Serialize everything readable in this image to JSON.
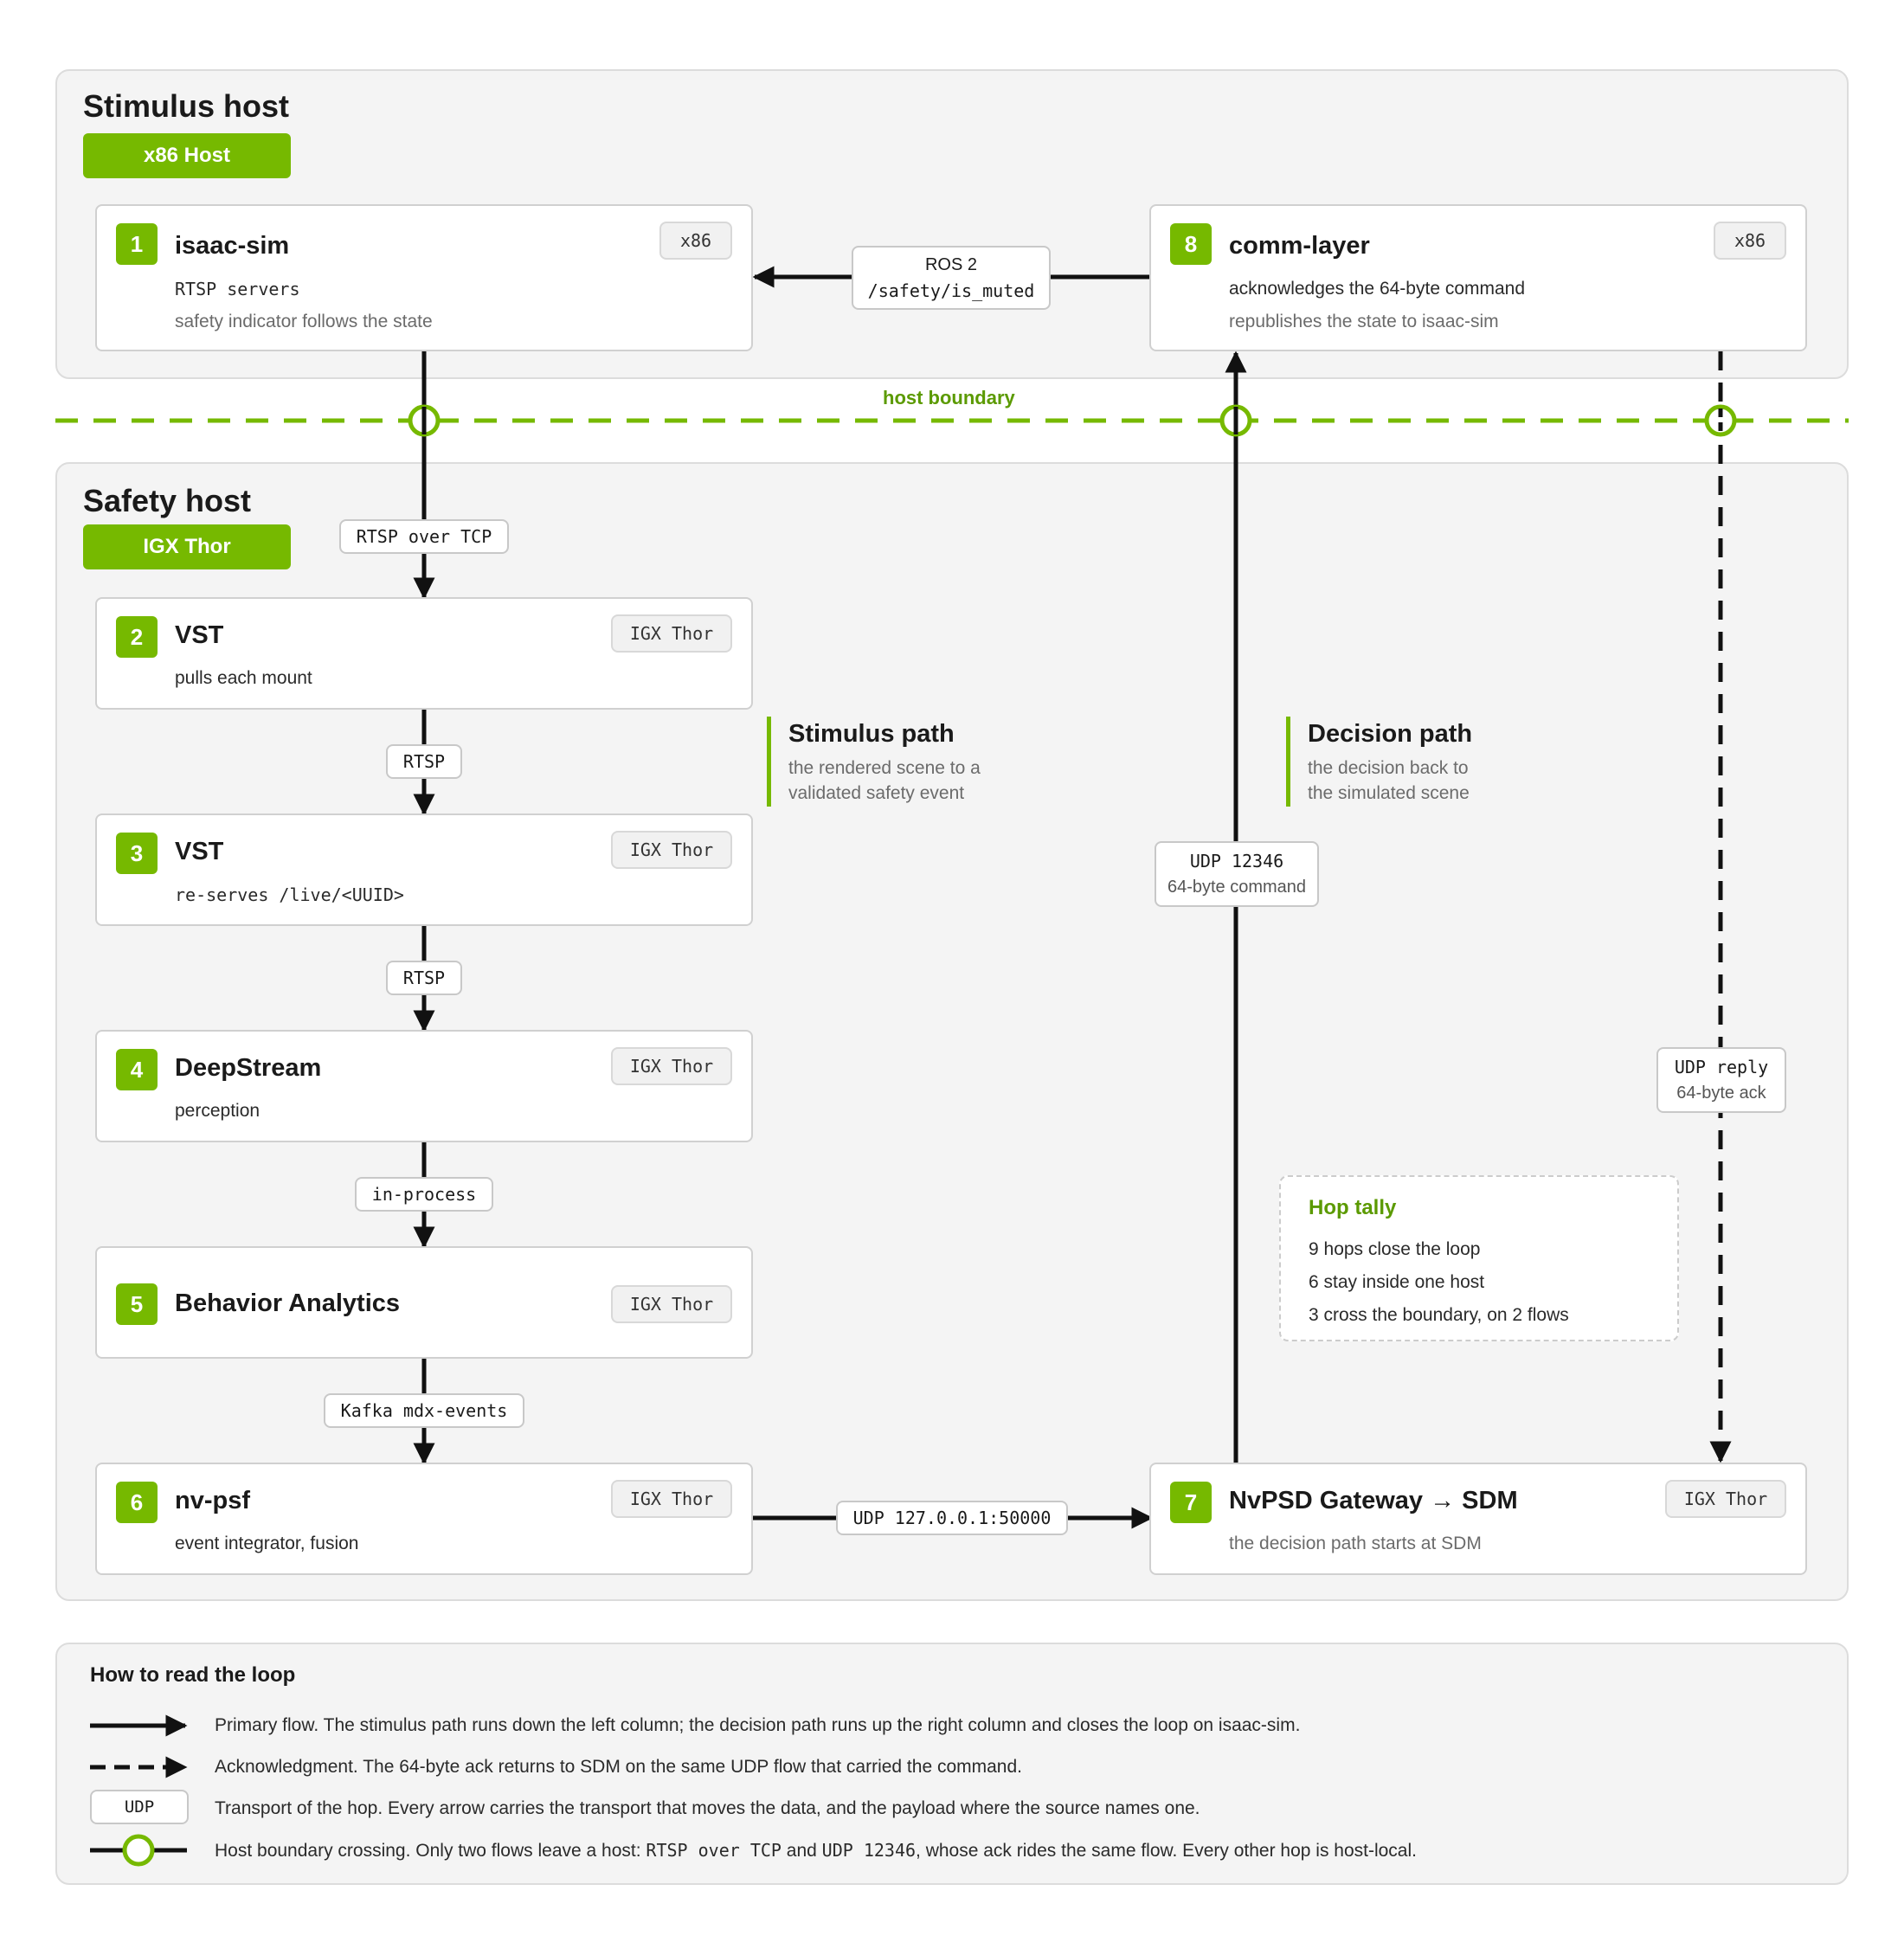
{
  "stimulus_host": {
    "title": "Stimulus host",
    "badge": "x86 Host"
  },
  "safety_host": {
    "title": "Safety host",
    "badge": "IGX Thor"
  },
  "boundary": {
    "label": "host boundary"
  },
  "nodes": {
    "n1": {
      "num": "1",
      "title": "isaac-sim",
      "tag": "x86",
      "line1": "RTSP servers",
      "line2": "safety indicator follows the state"
    },
    "n2": {
      "num": "2",
      "title": "VST",
      "tag": "IGX Thor",
      "line1": "pulls each mount"
    },
    "n3": {
      "num": "3",
      "title": "VST",
      "tag": "IGX Thor",
      "line1": "re-serves /live/<UUID>"
    },
    "n4": {
      "num": "4",
      "title": "DeepStream",
      "tag": "IGX Thor",
      "line1": "perception"
    },
    "n5": {
      "num": "5",
      "title": "Behavior Analytics",
      "tag": "IGX Thor"
    },
    "n6": {
      "num": "6",
      "title": "nv-psf",
      "tag": "IGX Thor",
      "line1": "event integrator, fusion"
    },
    "n7": {
      "num": "7",
      "title": "NvPSD Gateway → SDM",
      "tag": "IGX Thor",
      "line1": "the decision path starts at SDM"
    },
    "n8": {
      "num": "8",
      "title": "comm-layer",
      "tag": "x86",
      "line1": "acknowledges the 64-byte command",
      "line2": "republishes the state to isaac-sim"
    }
  },
  "edges": {
    "ros": {
      "line1": "ROS 2",
      "line2": "/safety/is_muted"
    },
    "rtsp_tcp": "RTSP over TCP",
    "rtsp_a": "RTSP",
    "rtsp_b": "RTSP",
    "in_process": "in-process",
    "kafka": "Kafka mdx-events",
    "udp_local": "UDP 127.0.0.1:50000",
    "udp_cmd": {
      "line1": "UDP 12346",
      "line2": "64-byte command"
    },
    "udp_reply": {
      "line1": "UDP reply",
      "line2": "64-byte ack"
    }
  },
  "notes": {
    "stimulus": {
      "title": "Stimulus path",
      "line1": "the rendered scene to a",
      "line2": "validated safety event"
    },
    "decision": {
      "title": "Decision path",
      "line1": "the decision back to",
      "line2": "the simulated scene"
    }
  },
  "tally": {
    "title": "Hop tally",
    "lines": [
      "9 hops close the loop",
      "6 stay inside one host",
      "3 cross the boundary, on 2 flows"
    ]
  },
  "legend": {
    "title": "How to read the loop",
    "primary": "Primary flow. The stimulus path runs down the left column; the decision path runs up the right column and closes the loop on isaac-sim.",
    "ack": "Acknowledgment. The 64-byte ack returns to SDM on the same UDP flow that carried the command.",
    "transport_tag": "UDP",
    "transport": "Transport of the hop. Every arrow carries the transport that moves the data, and the payload where the source names one.",
    "boundary_a": "Host boundary crossing. Only two flows leave a host: ",
    "boundary_code1": "RTSP over TCP",
    "boundary_and": " and ",
    "boundary_code2": "UDP 12346",
    "boundary_b": ", whose ack rides the same flow. Every other hop is host-local."
  },
  "colors": {
    "accent": "#76b900",
    "accent_text": "#5b9a00",
    "arrow": "#111111"
  }
}
